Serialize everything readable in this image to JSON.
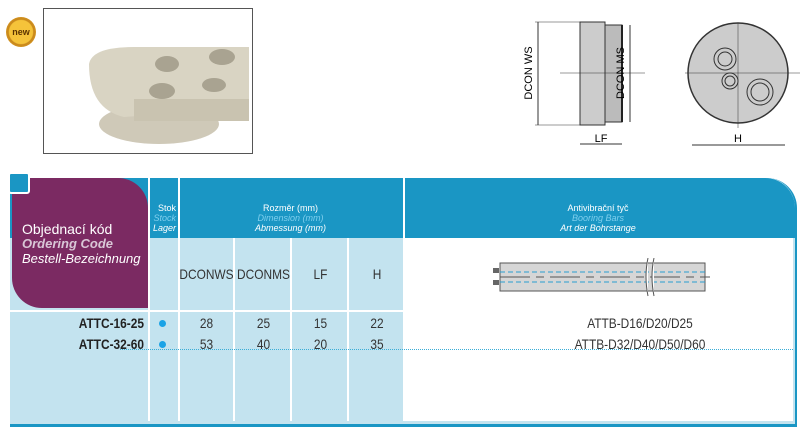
{
  "badge": {
    "label": "new"
  },
  "drawings": {
    "dcon_ws": "DCON WS",
    "dcon_ms": "DCON MS",
    "lf": "LF",
    "h": "H"
  },
  "header": {
    "ordering": {
      "cz": "Objednací kód",
      "en": "Ordering Code",
      "de": "Bestell-Bezeichnung"
    },
    "stock": {
      "cz": "Stok",
      "en": "Stock",
      "de": "Lager"
    },
    "dimension": {
      "cz": "Rozměr (mm)",
      "en": "Dimension (mm)",
      "de": "Abmessung (mm)"
    },
    "bars": {
      "cz": "Antivibrační tyč",
      "en": "Booring Bars",
      "de": "Art der Bohrstange"
    },
    "columns": [
      "DCONWS",
      "DCONMS",
      "LF",
      "H"
    ]
  },
  "rows": [
    {
      "code": "ATTC-16-25",
      "dconws": "28",
      "dconms": "25",
      "lf": "15",
      "h": "22",
      "bars": "ATTB-D16/D20/D25"
    },
    {
      "code": "ATTC-32-60",
      "dconws": "53",
      "dconms": "40",
      "lf": "20",
      "h": "35",
      "bars": "ATTB-D32/D40/D50/D60"
    }
  ],
  "colors": {
    "header": "#1a96c4",
    "purple": "#7b2a62",
    "body": "#c3e3ef",
    "stock_dot": "#1aa3e6"
  }
}
